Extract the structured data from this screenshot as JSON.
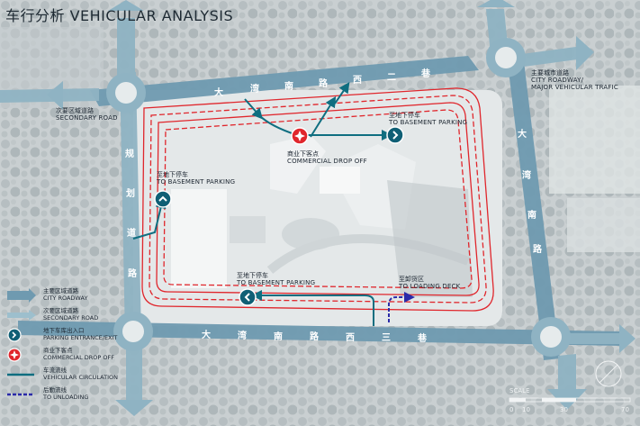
{
  "title": "车行分析 VEHICULAR ANALYSIS",
  "colors": {
    "background": "#cfd5d7",
    "city_roadway": "#6f9ab0",
    "secondary_road": "#9dbfcd",
    "red_loop": "#e0262c",
    "vehicular_circulation": "#0f6e80",
    "unloading": "#2a2aa8",
    "site": "#e9edee"
  },
  "labels": {
    "secondary_road": {
      "zh": "次要区域道路",
      "en": "SECONDARY ROAD"
    },
    "major_road": {
      "zh": "主要城市道路",
      "en": "CITY ROADWAY/",
      "en2": "MAJOR VEHICULAR TRAFIC"
    },
    "basement_left": {
      "zh": "至地下停车",
      "en": "TO BASEMENT PARKING"
    },
    "basement_top_right": {
      "zh": "至地下停车",
      "en": "TO BASEMENT PARKING"
    },
    "basement_bottom": {
      "zh": "至地下停车",
      "en": "TO BASEMENT PARKING"
    },
    "commercial_drop": {
      "zh": "商业下客点",
      "en": "COMMERCIAL DROP OFF"
    },
    "loading": {
      "zh": "至卸货区",
      "en": "TO LOADING DECK"
    }
  },
  "road_names": {
    "top": [
      "大",
      "湾",
      "南",
      "路",
      "西",
      "二",
      "巷"
    ],
    "left": [
      "规",
      "划",
      "道",
      "路"
    ],
    "right": [
      "大",
      "湾",
      "南",
      "路"
    ],
    "bottom": [
      "大",
      "湾",
      "南",
      "路",
      "西",
      "三",
      "巷"
    ]
  },
  "legend": [
    {
      "id": "city-roadway",
      "icon": "wide-road-arrow",
      "zh": "主要区域道路",
      "en": "CITY ROADWAY"
    },
    {
      "id": "secondary-road",
      "icon": "narrow-road-arrow",
      "zh": "次要区域道路",
      "en": "SECONDARY ROAD"
    },
    {
      "id": "parking-entrance",
      "icon": "chevron-circle-icon",
      "zh": "地下车库出入口",
      "en": "PARKING ENTRANCE/EXIT"
    },
    {
      "id": "drop-off",
      "icon": "star-circle-icon",
      "zh": "商业下客点",
      "en": "COMMERCIAL DROP OFF"
    },
    {
      "id": "vehicular-circulation",
      "icon": "teal-line",
      "zh": "车流流线",
      "en": "VEHICULAR CIRCULATION"
    },
    {
      "id": "unloading",
      "icon": "dashed-line",
      "zh": "后勤流线",
      "en": "TO UNLOADING"
    }
  ],
  "scale": {
    "label": "SCALE",
    "ticks": [
      "0",
      "10",
      "30",
      "70"
    ]
  }
}
